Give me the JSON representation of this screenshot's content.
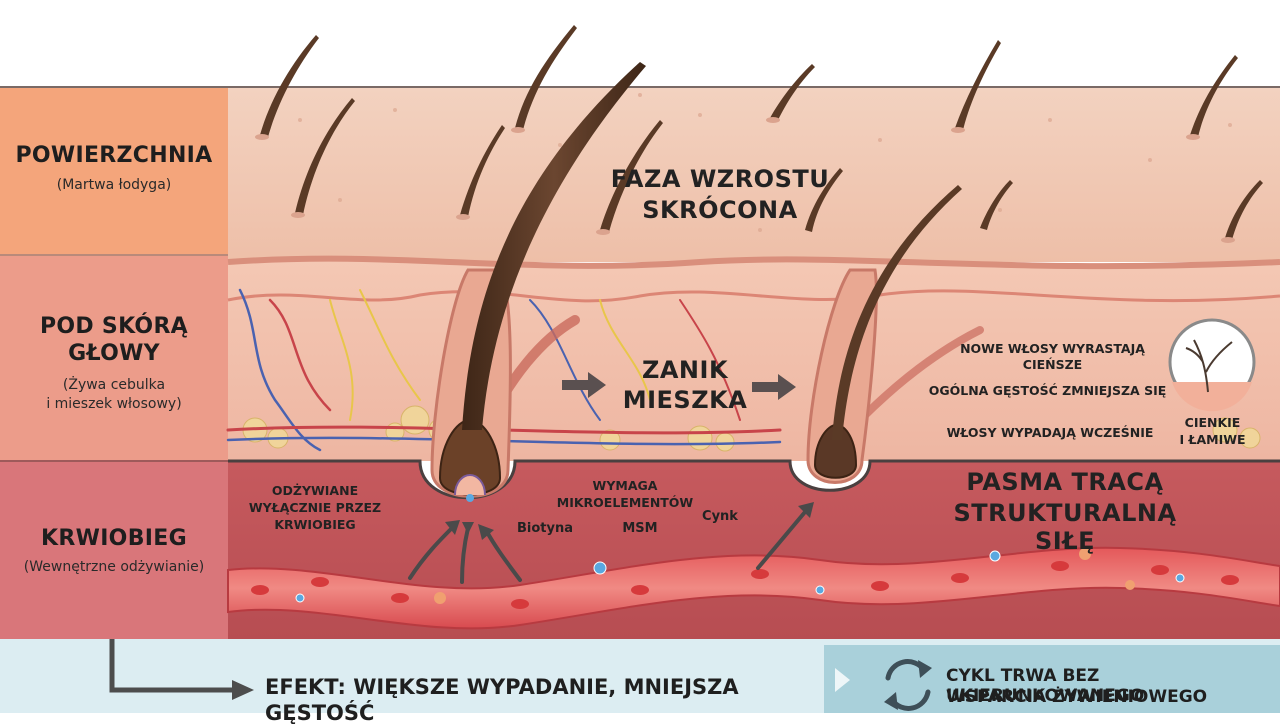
{
  "bands": {
    "surface": {
      "title": "POWIERZCHNIA",
      "subtitle": "(Martwa łodyga)"
    },
    "under_scalp": {
      "title_line1": "POD SKÓRĄ",
      "title_line2": "GŁOWY",
      "subtitle_line1": "(Żywa cebulka",
      "subtitle_line2": "i mieszek włosowy)"
    },
    "bloodstream": {
      "title": "KRWIOBIEG",
      "subtitle": "(Wewnętrzne odżywianie)"
    }
  },
  "diagram": {
    "growth_phase_line1": "FAZA WZROSTU",
    "growth_phase_line2": "SKRÓCONA",
    "follicle_shrink_line1": "ZANIK",
    "follicle_shrink_line2": "MIESZKA",
    "nourished_line1": "ODŻYWIANE",
    "nourished_line2": "WYŁĄCZNIE PRZEZ",
    "nourished_line3": "KRWIOBIEG",
    "requires_line1": "WYMAGA",
    "requires_line2": "MIKROELEMENTÓW",
    "nutrients": [
      "Biotyna",
      "MSM",
      "Cynk"
    ],
    "effects": [
      "NOWE WŁOSY WYRASTAJĄ CIEŃSZE",
      "OGÓLNA GĘSTOŚĆ ZMNIEJSZA SIĘ",
      "WŁOSY WYPADAJĄ WCZEŚNIE"
    ],
    "thin_line1": "CIENKIE",
    "thin_line2": "I ŁAMIWE",
    "strands_line1": "PASMA TRACĄ",
    "strands_line2": "STRUKTURALNĄ SIŁĘ"
  },
  "footer": {
    "effect": "EFEKT: WIĘKSZE WYPADANIE, MNIEJSZA GĘSTOŚĆ",
    "cycle_line1": "CYKL TRWA BEZ UKIERUNKOWANEGO",
    "cycle_line2": "WSPARCIA ŻYWIENIOWEGO"
  },
  "colors": {
    "surface_band": "#f4a57b",
    "under_band": "#ec9c8a",
    "blood_band": "#d9767a",
    "skin": "#f2cbb6",
    "dermis": "#f0b9a4",
    "blood_layer": "#c9595c",
    "footer_bg": "#dcedf2",
    "footer_right": "#a9d0da",
    "hair": "#5a3a26"
  },
  "icons": [
    "arrow-right-icon",
    "arrow-up-icon",
    "cycle-icon",
    "thin-hair-icon"
  ]
}
